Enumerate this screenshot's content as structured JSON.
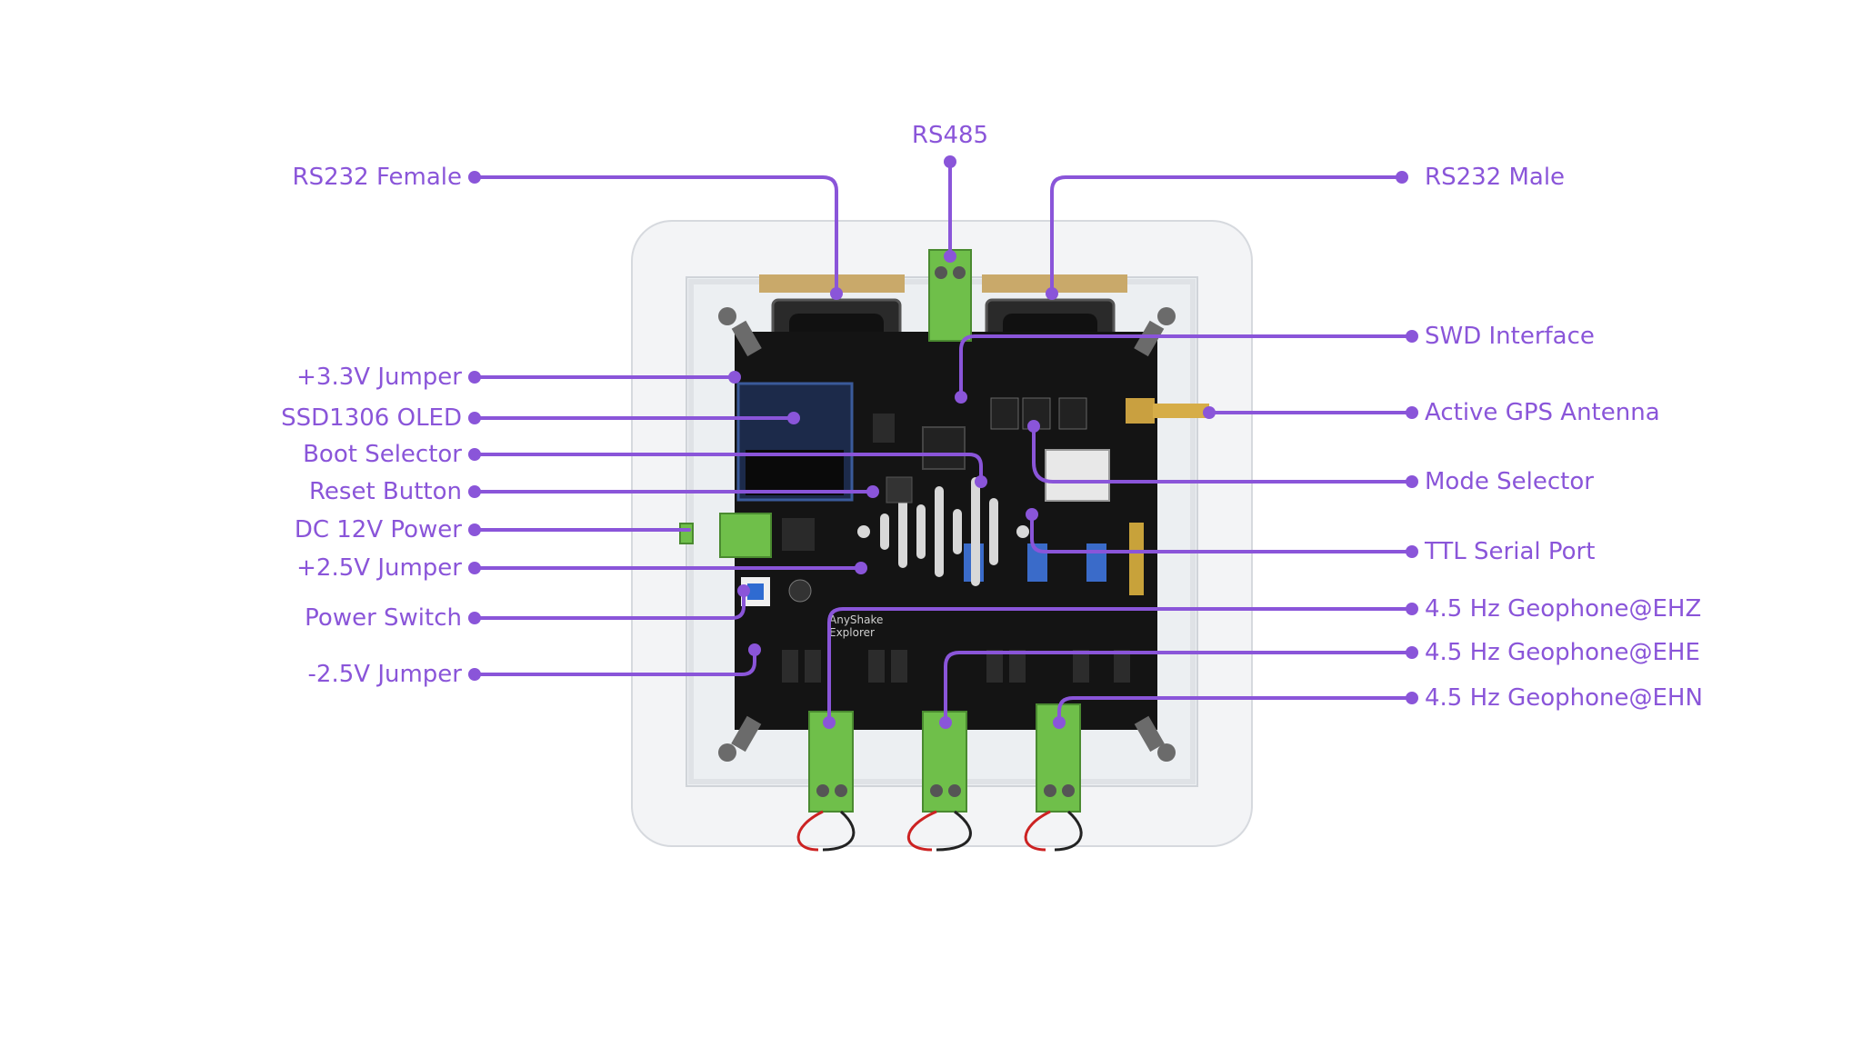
{
  "colors": {
    "accent": "#8a55d9",
    "pcb": "#141414",
    "terminal": "#6fbf4a",
    "acrylic": "#eef0f2"
  },
  "board": {
    "brand": "AnyShake",
    "brand_sub": "Explorer"
  },
  "callouts": {
    "rs485": "RS485",
    "rs232_female": "RS232 Female",
    "rs232_male": "RS232 Male",
    "jumper_3v3": "+3.3V Jumper",
    "oled": "SSD1306 OLED",
    "boot_selector": "Boot Selector",
    "reset_button": "Reset Button",
    "dc_power": "DC 12V Power",
    "jumper_2v5_pos": "+2.5V Jumper",
    "power_switch": "Power Switch",
    "jumper_2v5_neg": "-2.5V Jumper",
    "swd": "SWD Interface",
    "gps_antenna": "Active GPS Antenna",
    "mode_selector": "Mode Selector",
    "ttl_serial": "TTL Serial Port",
    "geophone_ehz": "4.5 Hz Geophone@EHZ",
    "geophone_ehe": "4.5 Hz Geophone@EHE",
    "geophone_ehn": "4.5 Hz Geophone@EHN"
  }
}
